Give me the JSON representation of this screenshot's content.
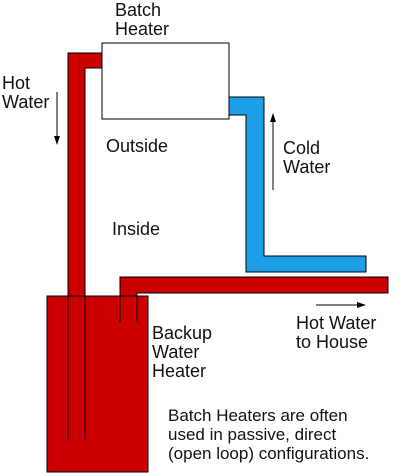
{
  "labels": {
    "batch_heater": "Batch\nHeater",
    "hot_water": "Hot\nWater",
    "outside": "Outside",
    "cold_water": "Cold\nWater",
    "inside": "Inside",
    "backup_heater": "Backup\nWater\nHeater",
    "hot_water_house": "Hot Water\nto House",
    "caption": "Batch Heaters are often\nused in passive, direct\n(open loop) configurations."
  },
  "colors": {
    "hot_pipe": "#cc0000",
    "cold_pipe": "#1e9ee8",
    "outline": "#000000",
    "heater_box": "#ffffff"
  }
}
